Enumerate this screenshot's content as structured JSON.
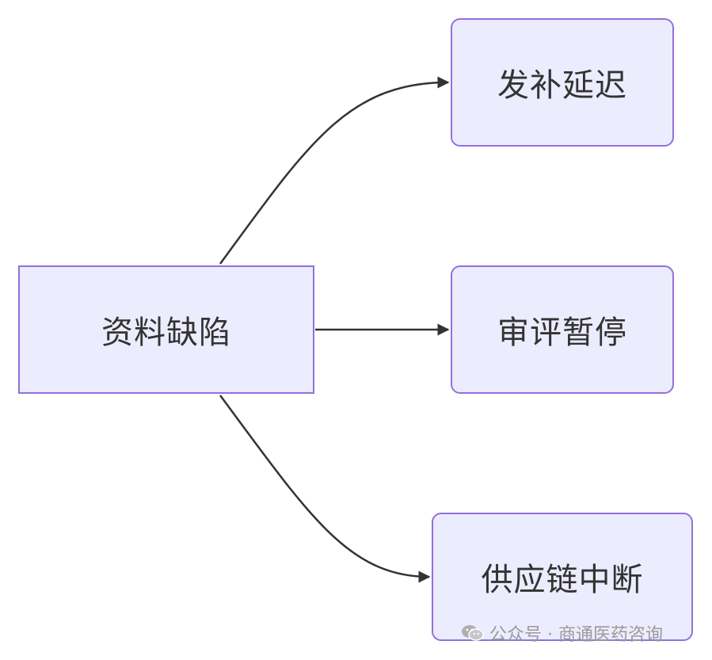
{
  "diagram": {
    "nodes": {
      "source": "资料缺陷",
      "delay": "发补延迟",
      "pause": "审评暂停",
      "supply": "供应链中断"
    },
    "edges": [
      {
        "from": "source",
        "to": "delay"
      },
      {
        "from": "source",
        "to": "pause"
      },
      {
        "from": "source",
        "to": "supply"
      }
    ],
    "colors": {
      "node_fill": "#ececff",
      "node_border": "#9370db",
      "edge": "#333333"
    }
  },
  "watermark": {
    "text": "公众号 · 商通医药咨询",
    "icon": "wechat-icon"
  }
}
